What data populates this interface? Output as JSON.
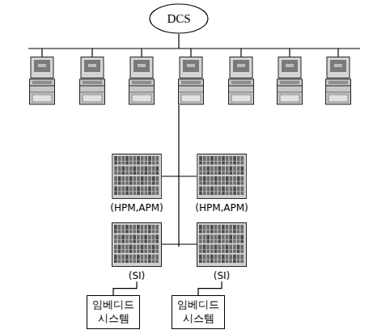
{
  "diagram": {
    "nodes": [
      {
        "text": [
          "DCS"
        ]
      },
      {
        "text": [
          "(HPM,APM)"
        ]
      },
      {
        "text": [
          "(HPM,APM)"
        ]
      },
      {
        "text": [
          "(SI)"
        ]
      },
      {
        "text": [
          "(SI)"
        ]
      },
      {
        "text": [
          "임베디드 시스템"
        ]
      },
      {
        "text": [
          "임베디드 시스템"
        ]
      }
    ],
    "edges": [
      {
        "from": 3,
        "to": 5,
        "arrow": "none"
      },
      {
        "from": 4,
        "to": 6,
        "arrow": "none"
      }
    ]
  }
}
